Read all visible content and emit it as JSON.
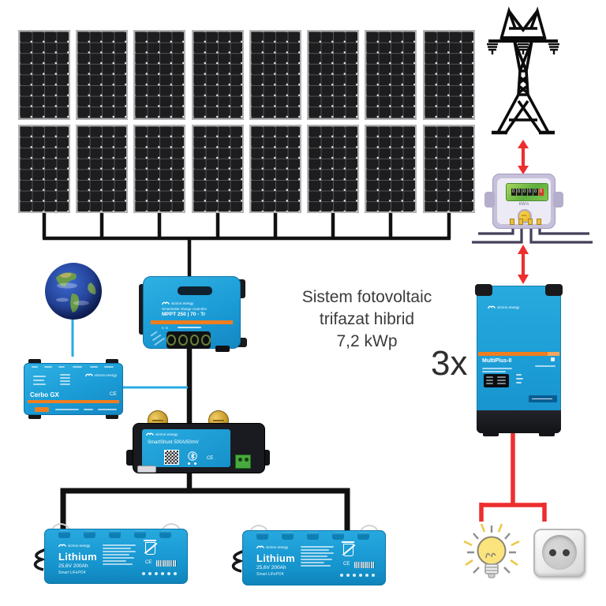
{
  "diagram_title": {
    "line1": "Sistem fotovoltaic",
    "line2": "trifazat hibrid",
    "line3": "7,2 kWp"
  },
  "multiplier_label": "3x",
  "brand": "victron energy",
  "solar_array": {
    "rows": 2,
    "columns": 8,
    "panel_count": 16
  },
  "energy_meter": {
    "unit": "KW-h",
    "digits": [
      "0",
      "0",
      "0",
      "0",
      "0",
      "0"
    ]
  },
  "charge_controller": {
    "product": "SmartSolar charge controller",
    "model": "MPPT 250 | 70 - Tr",
    "ce": "CE"
  },
  "gx_device": {
    "model": "Cerbo GX",
    "ce": "CE"
  },
  "battery_monitor": {
    "model": "SmartShunt 500A/50mV",
    "ce": "CE"
  },
  "inverter": {
    "model": "MultiPlus-II"
  },
  "battery": {
    "model": "Lithium",
    "spec": "25,6V 200Ah",
    "sub": "Smart LiFePO4",
    "ce": "CE"
  },
  "colors": {
    "victron_blue": "#1b9cd6",
    "victron_orange": "#f07d1e",
    "wire_black": "#111111",
    "wire_red": "#ee2e2e",
    "comm_blue": "#29abe2",
    "meter_body": "#c6c0da"
  }
}
